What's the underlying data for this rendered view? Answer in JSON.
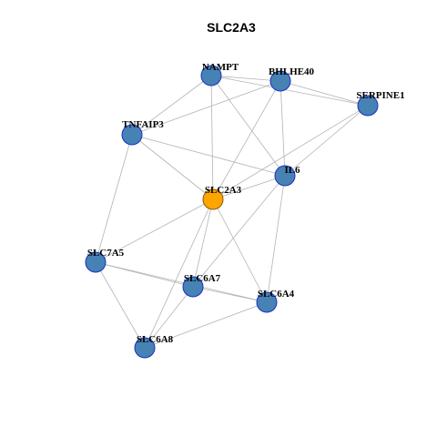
{
  "title": "SLC2A3",
  "colors": {
    "node_fill": "#4682b4",
    "node_stroke": "#1c2fc2",
    "center_fill": "#ffa500",
    "center_stroke": "#8b5a00",
    "edge": "#b3b3b3"
  },
  "nodes": [
    {
      "id": "NAMPT",
      "label": "NAMPT",
      "center": false
    },
    {
      "id": "BHLHE40",
      "label": "BHLHE40",
      "center": false
    },
    {
      "id": "SERPINE1",
      "label": "SERPINE1",
      "center": false
    },
    {
      "id": "TNFAIP3",
      "label": "TNFAIP3",
      "center": false
    },
    {
      "id": "IL6",
      "label": "IL6",
      "center": false
    },
    {
      "id": "SLC2A3",
      "label": "SLC2A3",
      "center": true
    },
    {
      "id": "SLC7A5",
      "label": "SLC7A5",
      "center": false
    },
    {
      "id": "SLC6A7",
      "label": "SLC6A7",
      "center": false
    },
    {
      "id": "SLC6A4",
      "label": "SLC6A4",
      "center": false
    },
    {
      "id": "SLC6A8",
      "label": "SLC6A8",
      "center": false
    }
  ],
  "edges": [
    [
      "NAMPT",
      "BHLHE40"
    ],
    [
      "NAMPT",
      "SERPINE1"
    ],
    [
      "NAMPT",
      "TNFAIP3"
    ],
    [
      "NAMPT",
      "IL6"
    ],
    [
      "NAMPT",
      "SLC2A3"
    ],
    [
      "BHLHE40",
      "SERPINE1"
    ],
    [
      "BHLHE40",
      "TNFAIP3"
    ],
    [
      "BHLHE40",
      "IL6"
    ],
    [
      "BHLHE40",
      "SLC2A3"
    ],
    [
      "SERPINE1",
      "IL6"
    ],
    [
      "SERPINE1",
      "SLC2A3"
    ],
    [
      "TNFAIP3",
      "IL6"
    ],
    [
      "TNFAIP3",
      "SLC2A3"
    ],
    [
      "TNFAIP3",
      "SLC7A5"
    ],
    [
      "IL6",
      "SLC2A3"
    ],
    [
      "IL6",
      "SLC6A7"
    ],
    [
      "IL6",
      "SLC6A4"
    ],
    [
      "SLC2A3",
      "SLC7A5"
    ],
    [
      "SLC2A3",
      "SLC6A7"
    ],
    [
      "SLC2A3",
      "SLC6A4"
    ],
    [
      "SLC2A3",
      "SLC6A8"
    ],
    [
      "SLC7A5",
      "SLC6A7"
    ],
    [
      "SLC7A5",
      "SLC6A4"
    ],
    [
      "SLC7A5",
      "SLC6A8"
    ],
    [
      "SLC6A7",
      "SLC6A4"
    ],
    [
      "SLC6A7",
      "SLC6A8"
    ],
    [
      "SLC6A4",
      "SLC6A8"
    ]
  ]
}
